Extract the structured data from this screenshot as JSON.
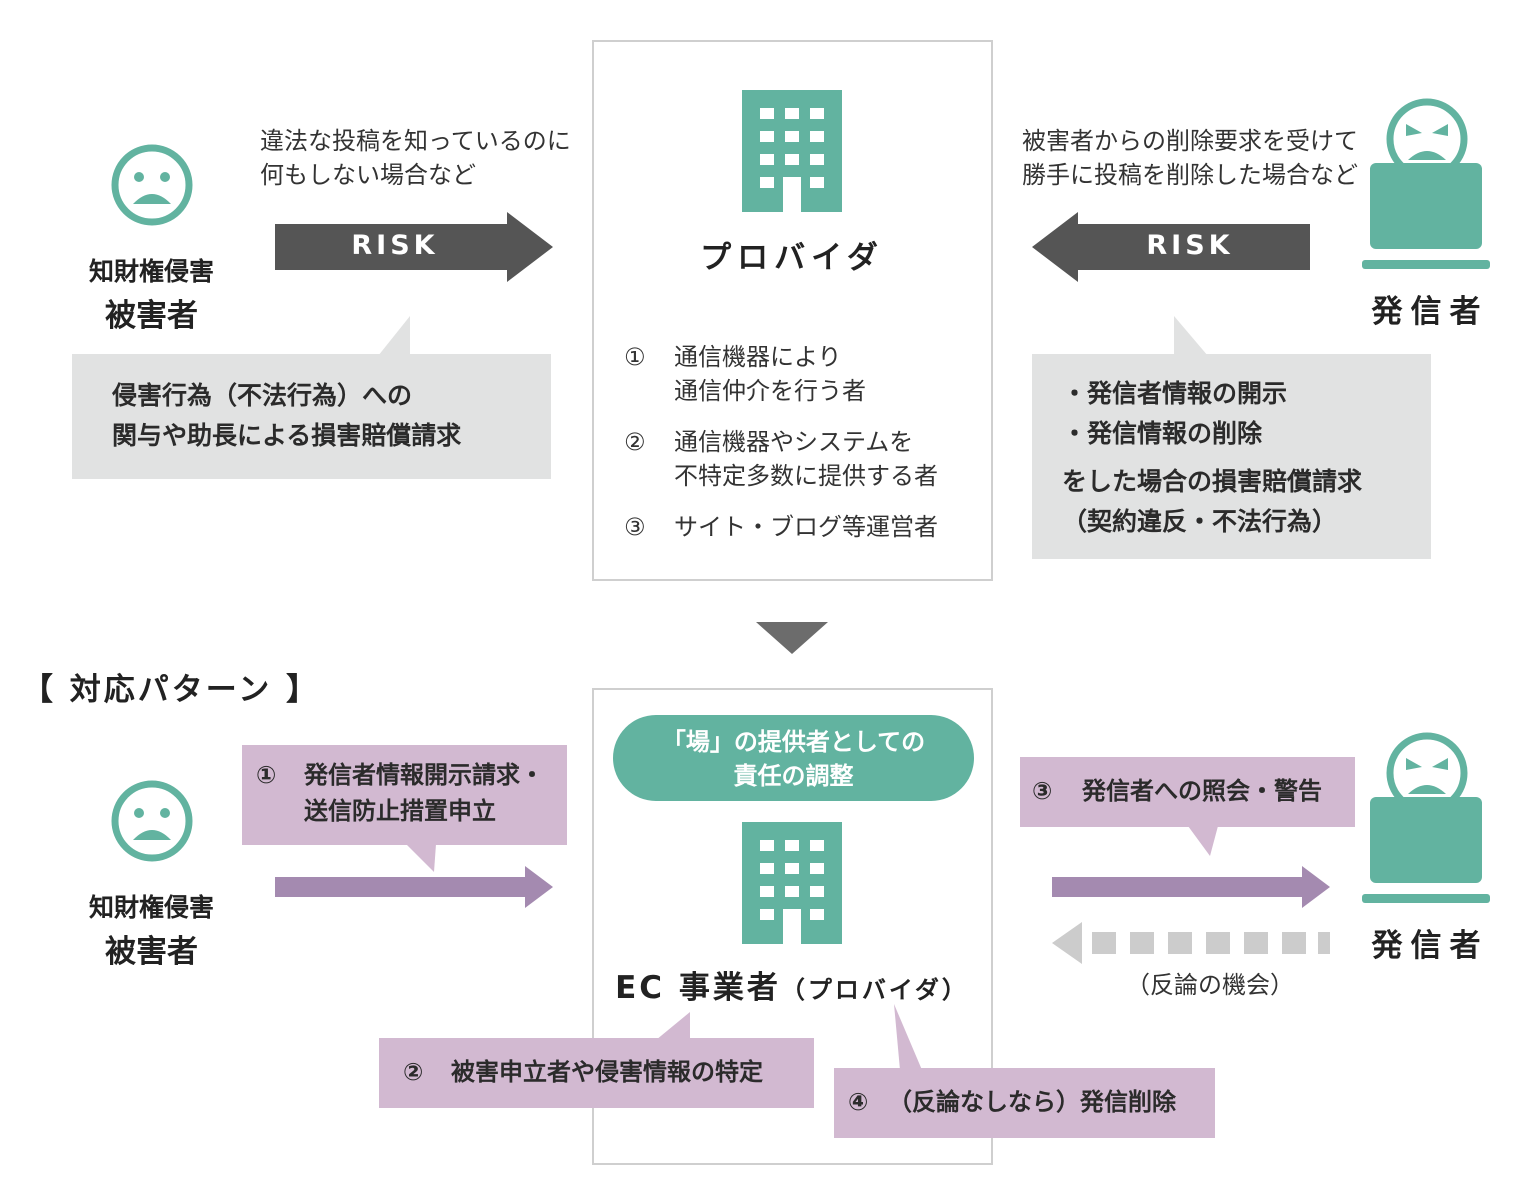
{
  "top": {
    "left_actor": {
      "line1": "知財権侵害",
      "line2": "被害者"
    },
    "left_note": {
      "line1": "違法な投稿を知っているのに",
      "line2": "何もしない場合など"
    },
    "left_risk": "RISK",
    "left_callout": {
      "line1": "侵害行為（不法行為）への",
      "line2": "関与や助長による損害賠償請求"
    },
    "provider": {
      "title": "プロバイダ",
      "items": [
        {
          "num": "①",
          "line1": "通信機器により",
          "line2": "通信仲介を行う者"
        },
        {
          "num": "②",
          "line1": "通信機器やシステムを",
          "line2": "不特定多数に提供する者"
        },
        {
          "num": "③",
          "line1": "サイト・ブログ等運営者",
          "line2": ""
        }
      ]
    },
    "right_note": {
      "line1": "被害者からの削除要求を受けて",
      "line2": "勝手に投稿を削除した場合など"
    },
    "right_risk": "RISK",
    "right_actor": "発信者",
    "right_callout": {
      "bullet1": "・発信者情報の開示",
      "bullet2": "・発信情報の削除",
      "line3": "をした場合の損害賠償請求",
      "line4": "（契約違反・不法行為）"
    }
  },
  "section_title": "【 対応パターン 】",
  "bottom": {
    "left_actor": {
      "line1": "知財権侵害",
      "line2": "被害者"
    },
    "step1": {
      "num": "①",
      "line1": "発信者情報開示請求・",
      "line2": "送信防止措置申立"
    },
    "role_pill": {
      "line1": "「場」の提供者としての",
      "line2": "責任の調整"
    },
    "ec_title": "EC 事業者",
    "ec_sub": "（プロバイダ）",
    "step2": {
      "num": "②",
      "text": "被害申立者や侵害情報の特定"
    },
    "step3": {
      "num": "③",
      "text": "発信者への照会・警告"
    },
    "step4": {
      "num": "④",
      "text": "（反論なしなら）発信削除"
    },
    "rebuttal": "（反論の機会）",
    "right_actor": "発信者"
  },
  "colors": {
    "teal": "#62b3a0",
    "dark_arrow": "#555555",
    "purple_arrow": "#a48ab0",
    "purple_box": "#d2b9d1",
    "gray_box": "#e1e2e2",
    "dashed_arrow": "#cccccc"
  },
  "icons": [
    "sad-face-icon",
    "angry-face-icon",
    "laptop-icon",
    "building-icon",
    "down-triangle-icon"
  ]
}
